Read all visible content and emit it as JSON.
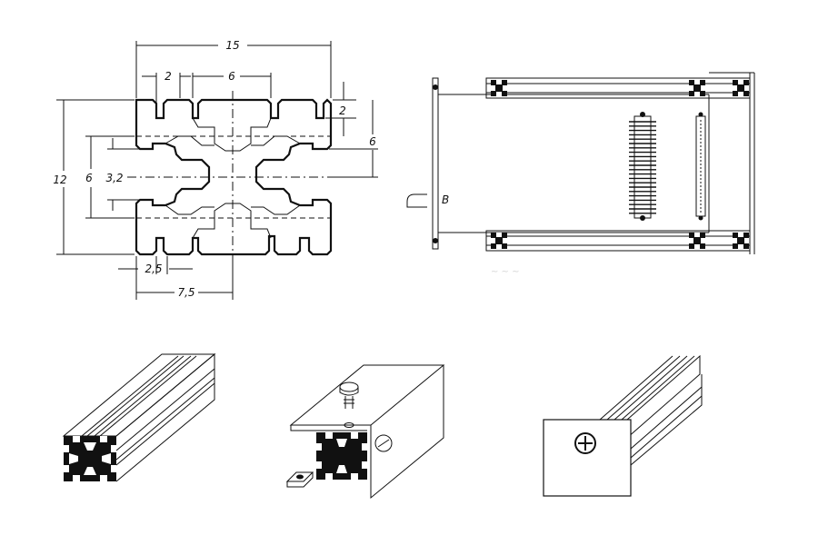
{
  "cross_section": {
    "dimensions": {
      "overall_width": "15",
      "overall_height": "12",
      "slot_width": "2",
      "center_width": "6",
      "right_slot": "2",
      "right_height": "6",
      "left_height": "6",
      "inner_slot": "3,2",
      "bottom_slot": "2,5",
      "half_width": "7,5"
    }
  },
  "assembly_view": {
    "marker_letter": "B"
  },
  "icons": {
    "profile": "profile-cross-section-icon",
    "screw": "screw-icon",
    "nut": "slot-nut-icon"
  }
}
